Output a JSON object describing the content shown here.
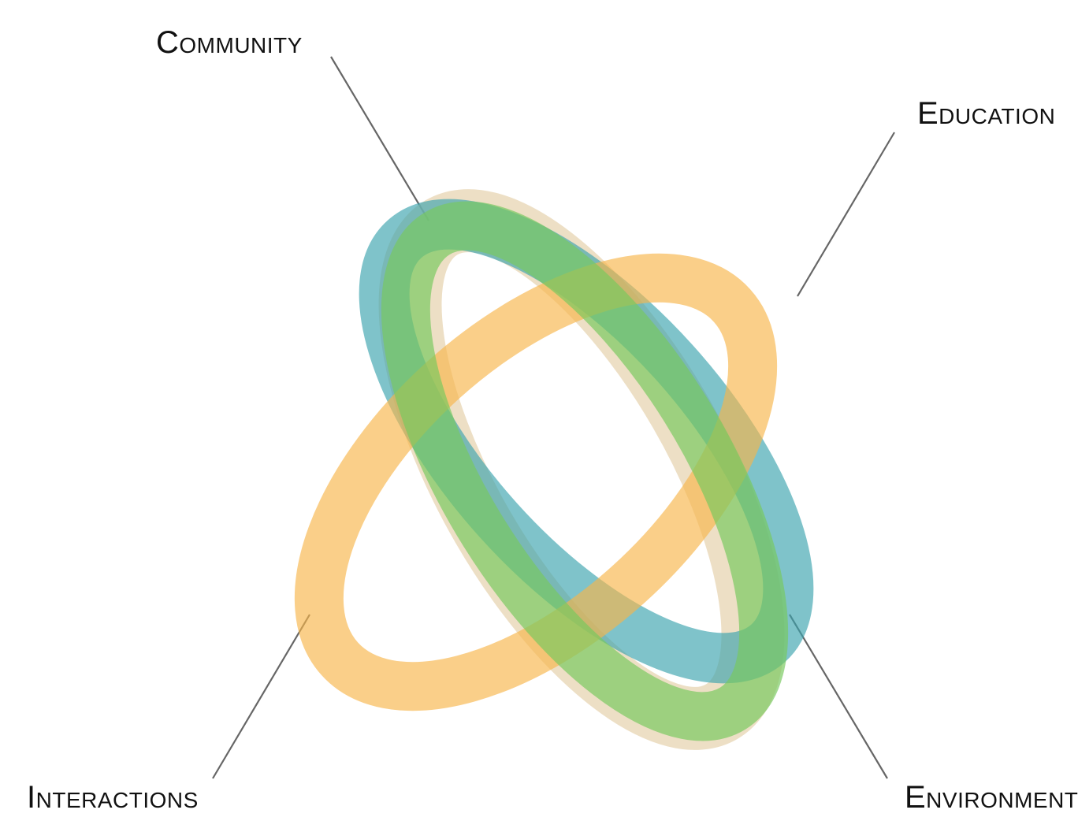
{
  "labels": {
    "community": "Community",
    "education": "Education",
    "interactions": "Interactions",
    "environment": "Environment"
  },
  "rings": [
    {
      "name": "community",
      "color": "#e6d1ac"
    },
    {
      "name": "education",
      "color": "#3aa3ad"
    },
    {
      "name": "interactions",
      "color": "#f8b54a"
    },
    {
      "name": "environment",
      "color": "#78c85f"
    }
  ],
  "connector_color": "#666666"
}
